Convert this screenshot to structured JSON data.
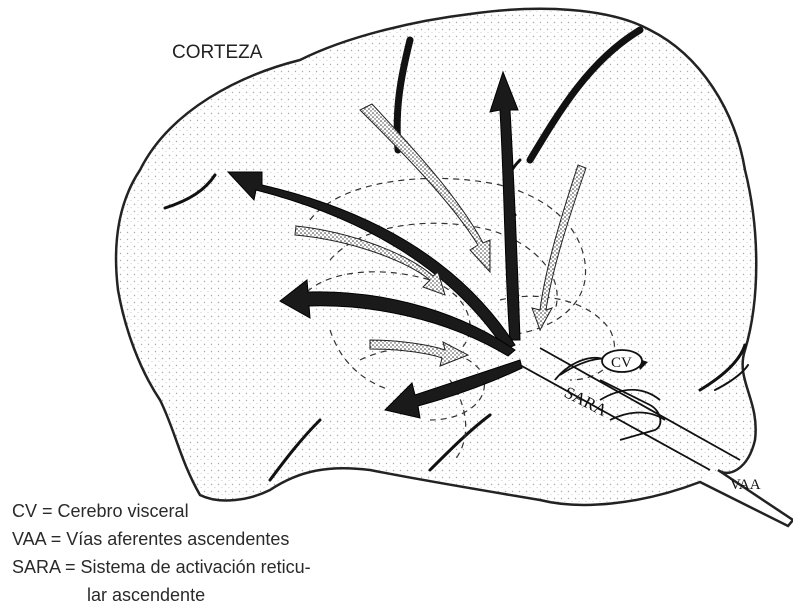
{
  "diagram": {
    "labels": {
      "corteza": "CORTEZA",
      "cv": "CV",
      "sara": "SARA",
      "vaa": "VAA"
    },
    "legend": [
      "CV = Cerebro visceral",
      "VAA = Vías aferentes ascendentes",
      "SARA = Sistema de activación reticu-",
      "lar ascendente"
    ],
    "colors": {
      "ink": "#111111",
      "stipple": "#555555",
      "background": "#ffffff"
    }
  }
}
